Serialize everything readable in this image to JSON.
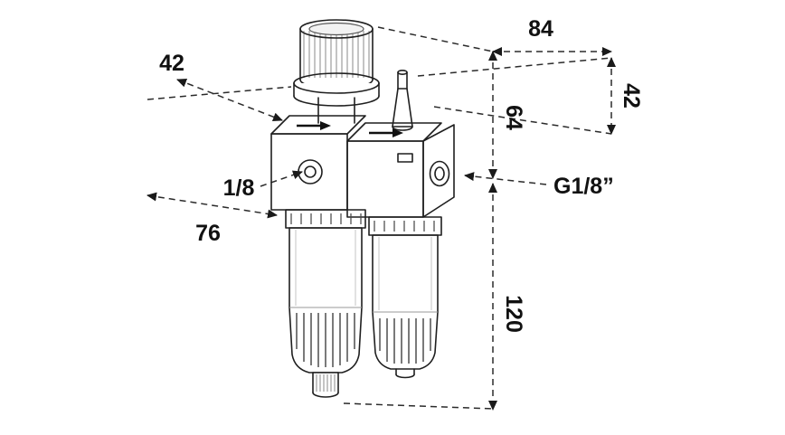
{
  "dimensions": {
    "depth_top_left": "42",
    "width_top": "84",
    "depth_right": "42",
    "body_height": "64",
    "bowl_height": "120",
    "width_front": "76",
    "port_left": "1/8",
    "port_right": "G1/8”"
  },
  "colors": {
    "line": "#1f1f1f",
    "dashed_line": "#2b2b2b",
    "background": "#ffffff"
  }
}
